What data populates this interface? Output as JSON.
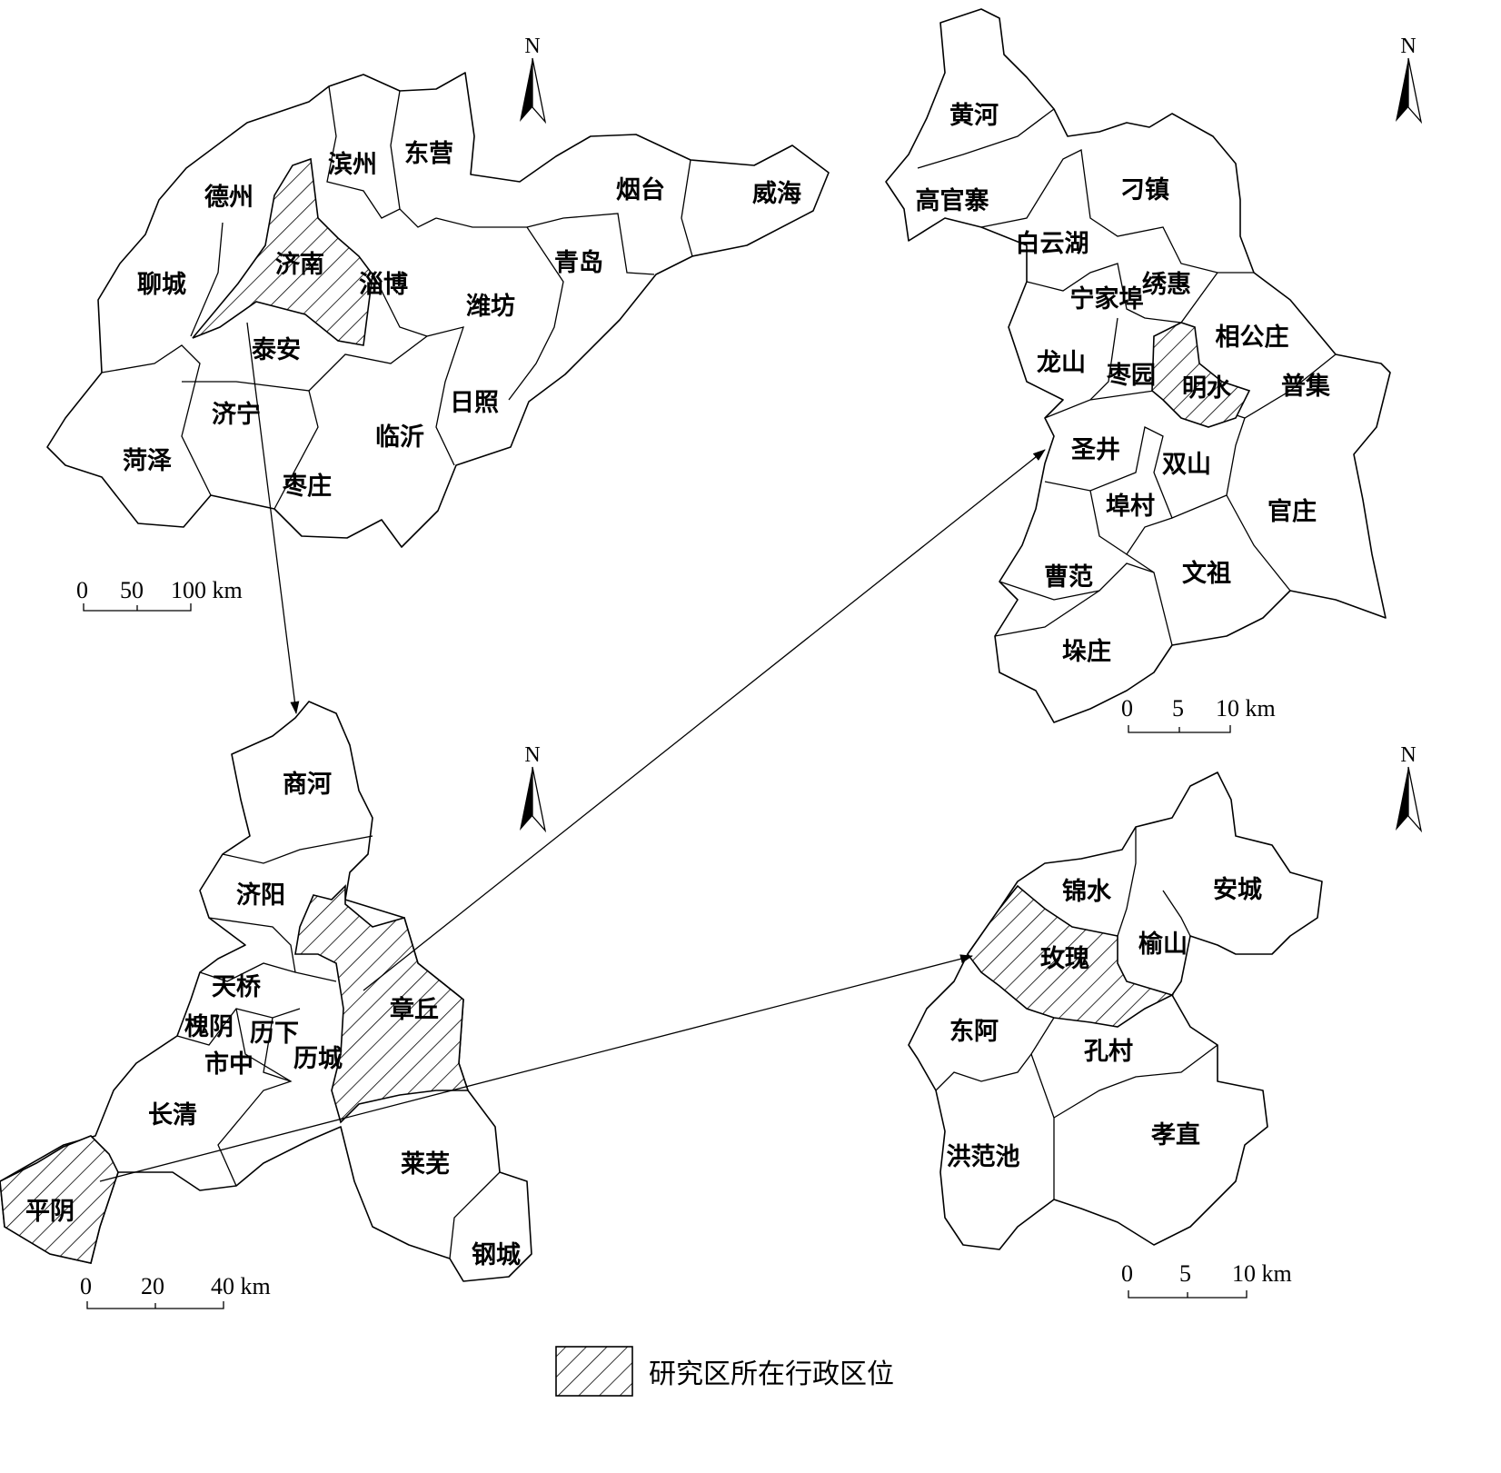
{
  "maps": {
    "shandong": {
      "labels": [
        "德州",
        "滨州",
        "东营",
        "烟台",
        "威海",
        "聊城",
        "济南",
        "淄博",
        "潍坊",
        "青岛",
        "泰安",
        "济宁",
        "临沂",
        "日照",
        "菏泽",
        "枣庄"
      ],
      "scale": [
        "0",
        "50",
        "100 km"
      ],
      "north": "N"
    },
    "jinan": {
      "labels": [
        "商河",
        "济阳",
        "天桥",
        "槐阴",
        "历下",
        "市中",
        "历城",
        "章丘",
        "长清",
        "平阴",
        "莱芜",
        "钢城"
      ],
      "scale": [
        "0",
        "20",
        "40 km"
      ],
      "north": "N"
    },
    "zhangqiu": {
      "labels": [
        "黄河",
        "高官寨",
        "刁镇",
        "白云湖",
        "绣惠",
        "宁家埠",
        "相公庄",
        "龙山",
        "枣园",
        "明水",
        "普集",
        "圣井",
        "双山",
        "埠村",
        "官庄",
        "曹范",
        "文祖",
        "垛庄"
      ],
      "scale": [
        "0",
        "5",
        "10 km"
      ],
      "north": "N"
    },
    "pingyin": {
      "labels": [
        "锦水",
        "安城",
        "玫瑰",
        "榆山",
        "东阿",
        "孔村",
        "孝直",
        "洪范池"
      ],
      "scale": [
        "0",
        "5",
        "10 km"
      ],
      "north": "N"
    }
  },
  "legend": {
    "label": "研究区所在行政区位"
  },
  "colors": {
    "line": "#000000",
    "fill": "#ffffff"
  }
}
